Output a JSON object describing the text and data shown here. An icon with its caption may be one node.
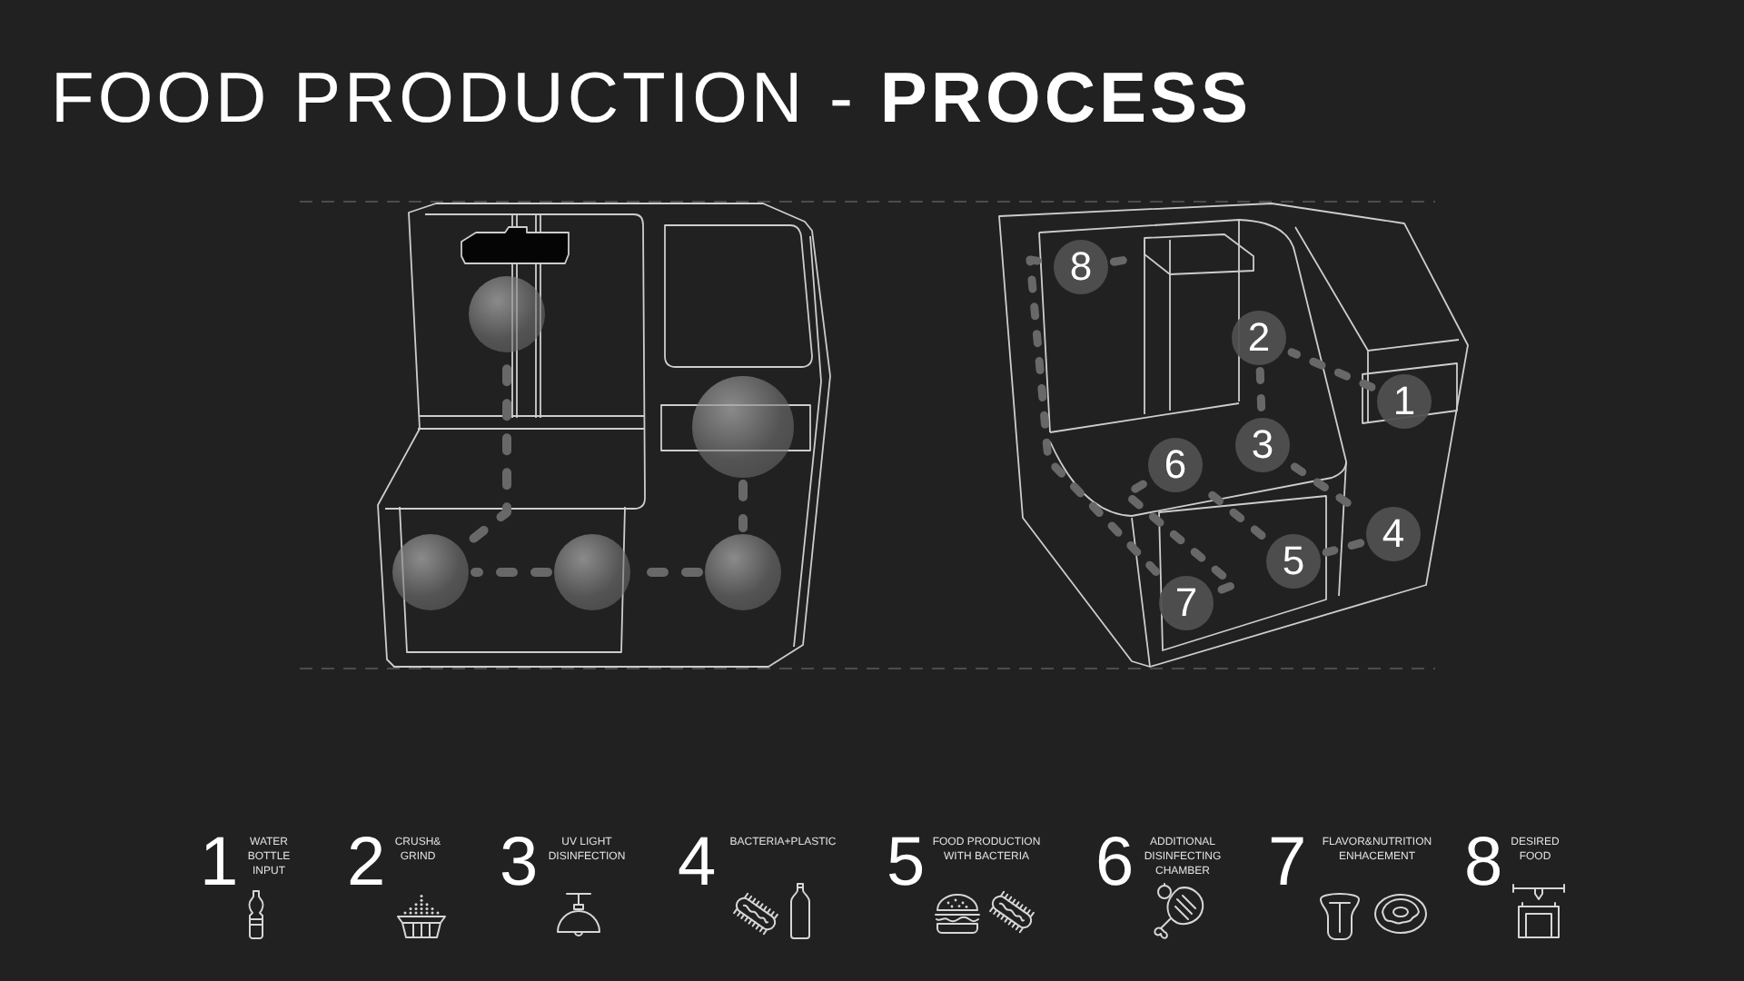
{
  "diagram": {
    "title": "FOOD PRODUCTION - **PROCESS**",
    "nodes": [
      {
        "text": [],
        "shape": "circle"
      },
      {
        "text": [],
        "shape": "circle"
      },
      {
        "text": [],
        "shape": "circle"
      },
      {
        "text": [],
        "shape": "circle"
      },
      {
        "text": [],
        "shape": "circle"
      },
      {
        "text": [
          "1"
        ]
      },
      {
        "text": [
          "2"
        ]
      },
      {
        "text": [
          "3"
        ]
      },
      {
        "text": [
          "4"
        ]
      },
      {
        "text": [
          "5"
        ]
      },
      {
        "text": [
          "6"
        ]
      },
      {
        "text": [
          "7"
        ]
      },
      {
        "text": [
          "8"
        ]
      }
    ],
    "edges": [
      {
        "from": 1,
        "to": 4,
        "arrow": "none",
        "style": "dashed"
      },
      {
        "from": 4,
        "to": 3,
        "arrow": "none",
        "style": "dashed"
      },
      {
        "from": 3,
        "to": 2,
        "arrow": "none",
        "style": "dashed"
      },
      {
        "from": 2,
        "to": 0,
        "arrow": "none",
        "style": "dashed"
      },
      {
        "from": 5,
        "to": 6,
        "arrow": "none",
        "style": "dashed"
      },
      {
        "from": 6,
        "to": 7,
        "arrow": "none",
        "style": "dashed"
      },
      {
        "from": 7,
        "to": 8,
        "arrow": "none",
        "style": "dashed"
      },
      {
        "from": 8,
        "to": 9,
        "arrow": "none",
        "style": "dashed"
      },
      {
        "from": 9,
        "to": 10,
        "arrow": "none",
        "style": "dashed"
      },
      {
        "from": 10,
        "to": 11,
        "arrow": "none",
        "style": "dashed"
      },
      {
        "from": 11,
        "to": 12,
        "arrow": "none",
        "style": "dashed"
      },
      {
        "from": 12,
        "to": null,
        "arrow": "none",
        "style": "dashed"
      }
    ],
    "labels": [
      "1",
      "WATER BOTTLE INPUT",
      "2",
      "CRUSH& GRIND",
      "3",
      "UV LIGHT DISINFECTION",
      "4",
      "BACTERIA+PLASTIC",
      "5",
      "FOOD PRODUCTION WITH BACTERIA",
      "6",
      "ADDITIONAL DISINFECTING CHAMBER",
      "7",
      "FLAVOR&NUTRITION ENHACEMENT",
      "8",
      "DESIRED FOOD"
    ]
  }
}
